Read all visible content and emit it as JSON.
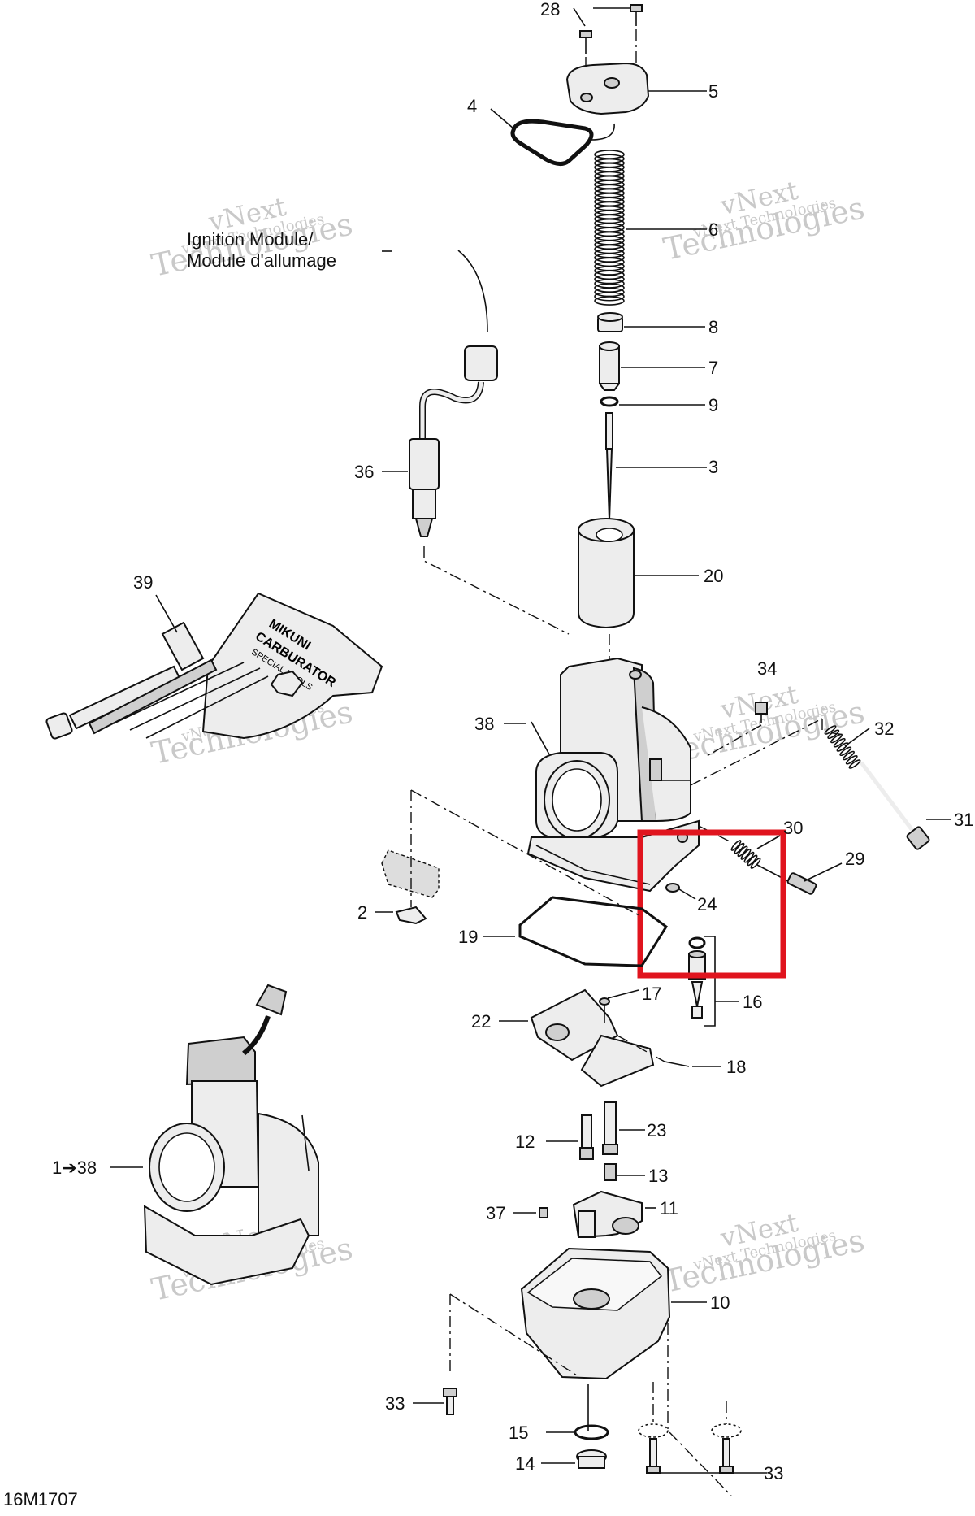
{
  "diagram_id": "16M1707",
  "ignition_caption": [
    "Ignition Module/",
    "Module d'allumage"
  ],
  "watermark": {
    "line1": "vNext",
    "line2": "Technologies",
    "small": "vNext Technologies"
  },
  "highlight_color": "#e0141e",
  "callouts": {
    "c28": "28",
    "c5": "5",
    "c4": "4",
    "c6": "6",
    "c8": "8",
    "c7": "7",
    "c9": "9",
    "c3": "3",
    "c36": "36",
    "c20": "20",
    "c39": "39",
    "c34": "34",
    "c32": "32",
    "c38": "38",
    "c31": "31",
    "c30": "30",
    "c29": "29",
    "c24": "24",
    "c2": "2",
    "c19": "19",
    "c17": "17",
    "c16": "16",
    "c22": "22",
    "c18": "18",
    "c23": "23",
    "c12": "12",
    "c13": "13",
    "c11": "11",
    "c37": "37",
    "c1_38": "1➔38",
    "c10": "10",
    "c33a": "33",
    "c15": "15",
    "c14": "14",
    "c33b": "33"
  },
  "tool_kit_text": [
    "MIKUNI",
    "CARBURATOR",
    "SPECIAL TOOLS"
  ]
}
